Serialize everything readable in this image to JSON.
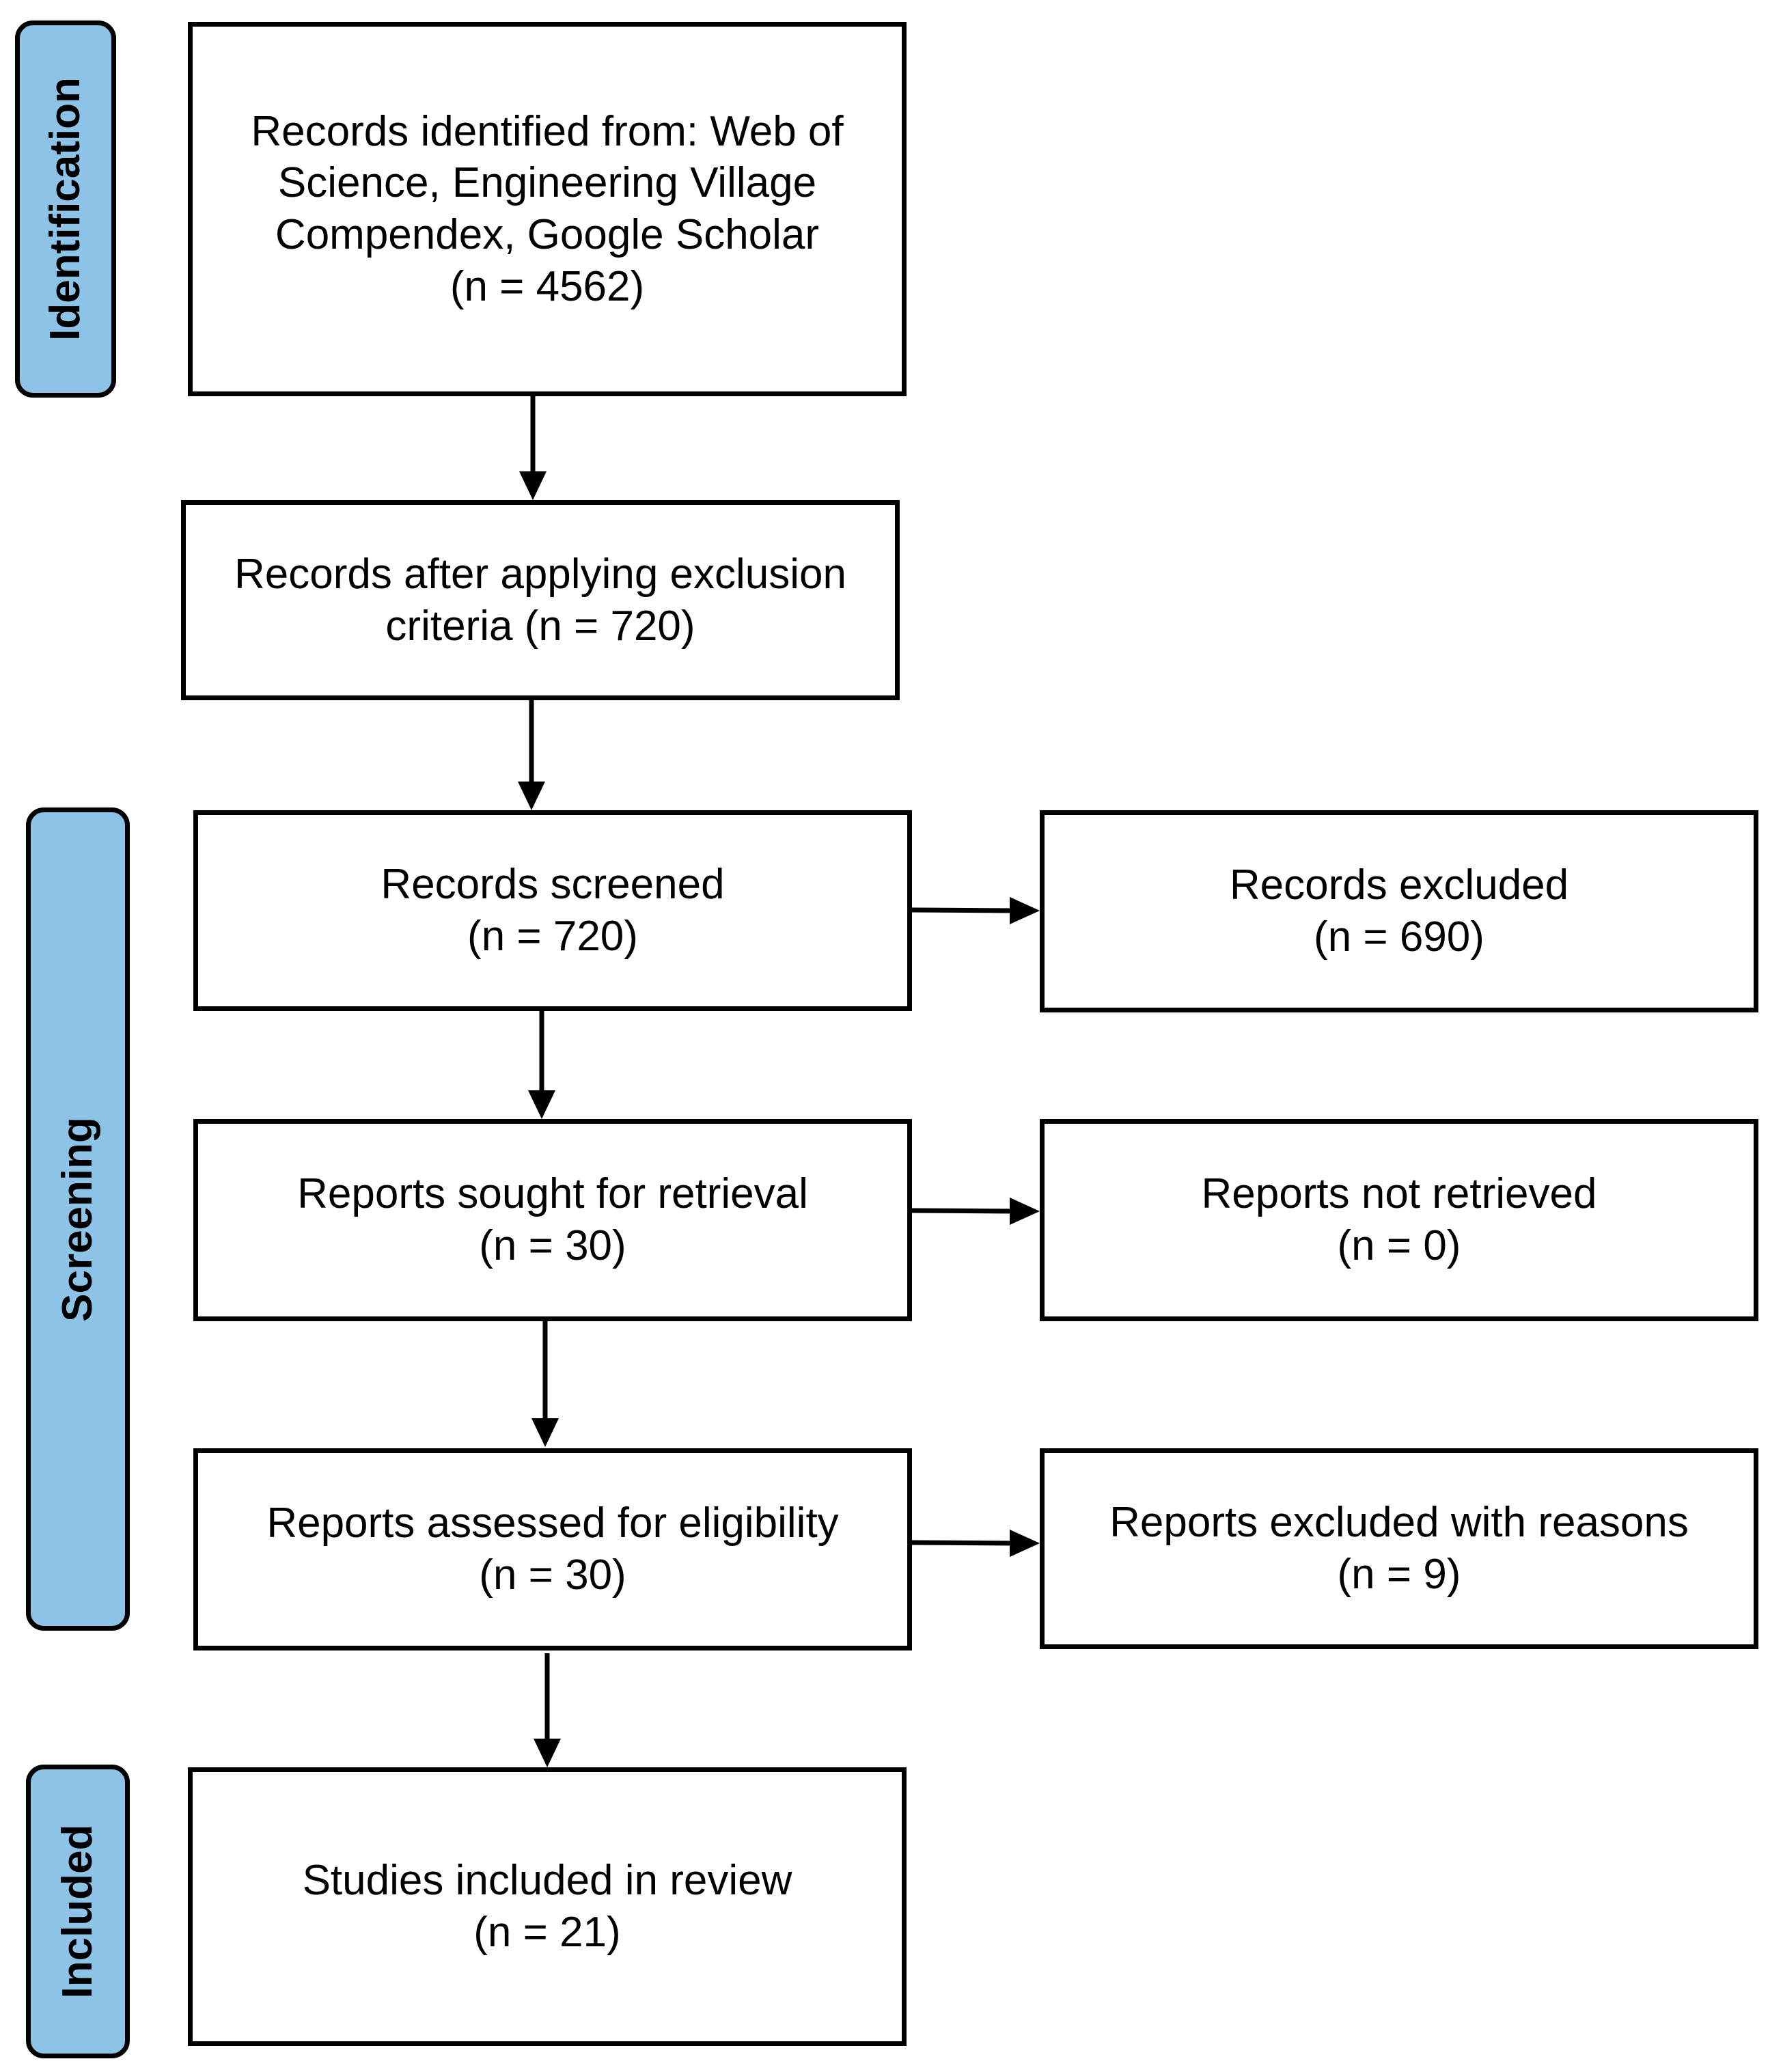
{
  "stages": {
    "identification": "Identification",
    "screening": "Screening",
    "included": "Included"
  },
  "boxes": {
    "records_identified": {
      "lines": [
        "Records identified from: Web of",
        "Science, Engineering Village",
        "Compendex, Google Scholar",
        "(n = 4562)"
      ]
    },
    "records_after_exclusion": {
      "lines": [
        "Records after applying exclusion",
        "criteria (n = 720)"
      ]
    },
    "records_screened": {
      "lines": [
        "Records screened",
        "(n = 720)"
      ]
    },
    "records_excluded": {
      "lines": [
        "Records excluded",
        "(n = 690)"
      ]
    },
    "reports_sought": {
      "lines": [
        "Reports sought for retrieval",
        "(n = 30)"
      ]
    },
    "reports_not_retrieved": {
      "lines": [
        "Reports not retrieved",
        "(n = 0)"
      ]
    },
    "reports_assessed": {
      "lines": [
        "Reports assessed for eligibility",
        "(n = 30)"
      ]
    },
    "reports_excluded_reasons": {
      "lines": [
        "Reports excluded with reasons",
        "(n = 9)"
      ]
    },
    "studies_included": {
      "lines": [
        "Studies included in review",
        "(n = 21)"
      ]
    }
  },
  "colors": {
    "stage_fill": "#8ec3e8",
    "border": "#000000",
    "box_fill": "#ffffff"
  }
}
